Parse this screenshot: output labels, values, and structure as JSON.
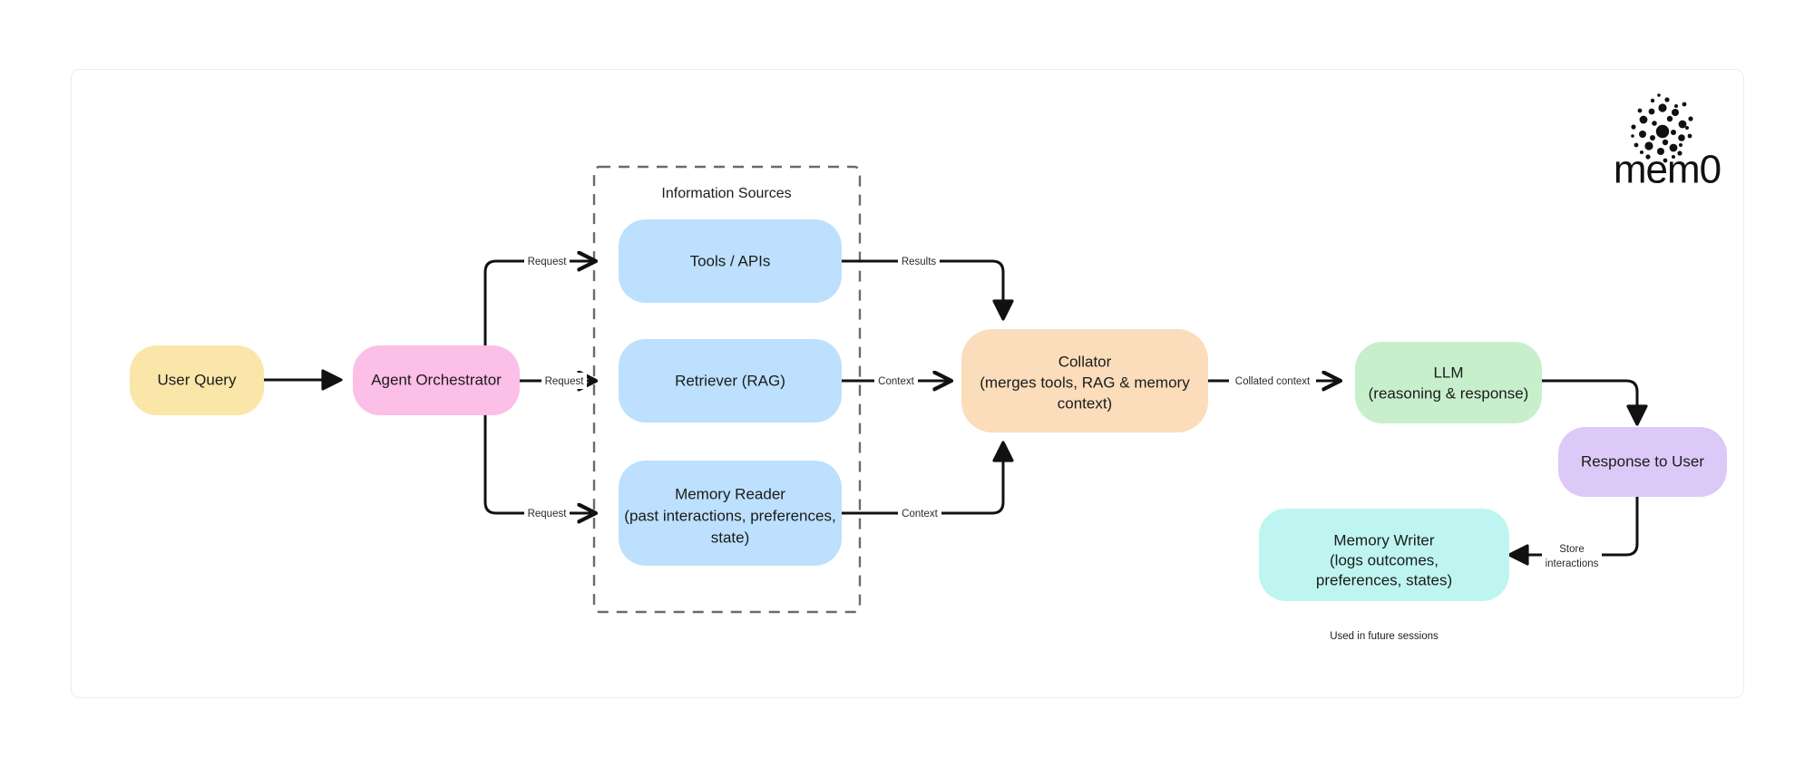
{
  "brand": {
    "name": "mem0",
    "logo_icon": "particle-burst-icon"
  },
  "diagram": {
    "title": "",
    "group": {
      "label": "Information Sources"
    },
    "nodes": [
      {
        "id": "user_query",
        "label": "User Query",
        "sublabel": "",
        "color": "#FAE6A9"
      },
      {
        "id": "agent_orchestrator",
        "label": "Agent Orchestrator",
        "sublabel": "",
        "color": "#FCBFE7"
      },
      {
        "id": "tools_apis",
        "label": "Tools / APIs",
        "sublabel": "",
        "color": "#BCE0FD"
      },
      {
        "id": "retriever_rag",
        "label": "Retriever (RAG)",
        "sublabel": "",
        "color": "#BCE0FD"
      },
      {
        "id": "memory_reader",
        "label": "Memory Reader",
        "sublabel": "(past interactions, preferences, state)",
        "color": "#BCE0FD"
      },
      {
        "id": "collator",
        "label": "Collator",
        "sublabel": "(merges tools, RAG & memory context)",
        "color": "#FBDCBB"
      },
      {
        "id": "llm",
        "label": "LLM",
        "sublabel": "(reasoning & response)",
        "color": "#C8EFCC"
      },
      {
        "id": "response_to_user",
        "label": "Response to User",
        "sublabel": "",
        "color": "#DCC9F7"
      },
      {
        "id": "memory_writer",
        "label": "Memory Writer",
        "sublabel": "(logs outcomes, preferences, states)",
        "color": "#BFF5F1"
      }
    ],
    "edges": [
      {
        "from": "user_query",
        "to": "agent_orchestrator",
        "label": ""
      },
      {
        "from": "agent_orchestrator",
        "to": "tools_apis",
        "label": "Request"
      },
      {
        "from": "agent_orchestrator",
        "to": "retriever_rag",
        "label": "Request"
      },
      {
        "from": "agent_orchestrator",
        "to": "memory_reader",
        "label": "Request"
      },
      {
        "from": "tools_apis",
        "to": "collator",
        "label": "Results"
      },
      {
        "from": "retriever_rag",
        "to": "collator",
        "label": "Context"
      },
      {
        "from": "memory_reader",
        "to": "collator",
        "label": "Context"
      },
      {
        "from": "collator",
        "to": "llm",
        "label": "Collated context"
      },
      {
        "from": "llm",
        "to": "response_to_user",
        "label": ""
      },
      {
        "from": "response_to_user",
        "to": "memory_writer",
        "label": "Store\ninteractions"
      }
    ],
    "edge_labels": {
      "user_to_agent": "",
      "agent_to_tools": "Request",
      "agent_to_retriever": "Request",
      "agent_to_memory": "Request",
      "tools_to_collator": "Results",
      "retriever_to_collator": "Context",
      "memory_to_collator": "Context",
      "collator_to_llm": "Collated context",
      "store_line1": "Store",
      "store_line2": "interactions"
    },
    "notes": {
      "future_sessions": "Used in future sessions"
    },
    "node_text": {
      "memory_reader_l1": "Memory Reader",
      "memory_reader_l2": "(past interactions, preferences,",
      "memory_reader_l3": "state)",
      "collator_l1": "Collator",
      "collator_l2": "(merges tools, RAG & memory",
      "collator_l3": "context)",
      "llm_l1": "LLM",
      "llm_l2": "(reasoning & response)",
      "memory_writer_l1": "Memory Writer",
      "memory_writer_l2": "(logs outcomes,",
      "memory_writer_l3": "preferences, states)"
    },
    "colors": {
      "frame_border": "#ececec",
      "edge_stroke": "#111111",
      "group_stroke": "#6b6b6b",
      "text": "#1b1b1b",
      "background": "#ffffff"
    }
  }
}
